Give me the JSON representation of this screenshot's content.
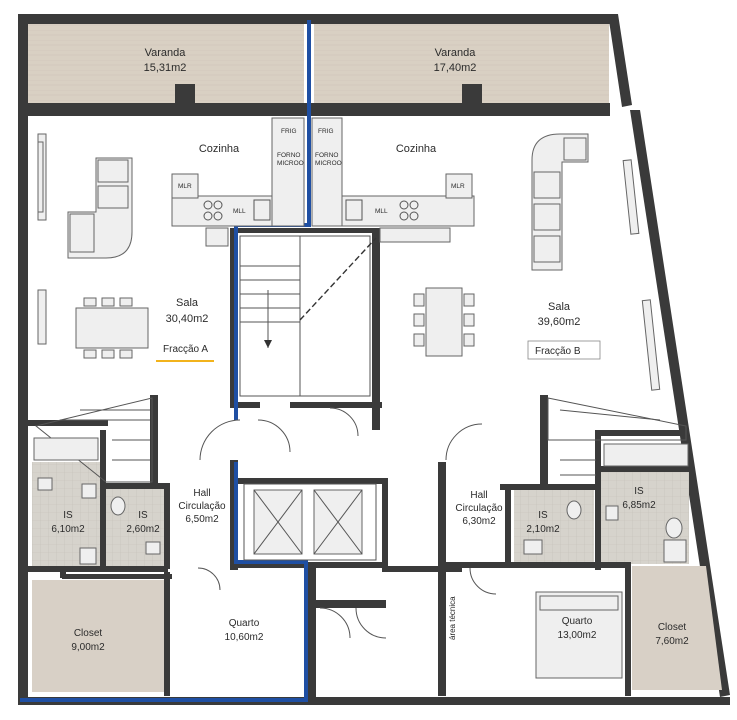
{
  "rooms": {
    "varanda_a": {
      "name": "Varanda",
      "area": "15,31m2"
    },
    "varanda_b": {
      "name": "Varanda",
      "area": "17,40m2"
    },
    "cozinha_a": {
      "name": "Cozinha"
    },
    "cozinha_b": {
      "name": "Cozinha"
    },
    "sala_a": {
      "name": "Sala",
      "area": "30,40m2"
    },
    "sala_b": {
      "name": "Sala",
      "area": "39,60m2"
    },
    "is_a1": {
      "name": "IS",
      "area": "6,10m2"
    },
    "is_a2": {
      "name": "IS",
      "area": "2,60m2"
    },
    "hall_a": {
      "name_line1": "Hall",
      "name_line2": "Circulação",
      "area": "6,50m2"
    },
    "hall_b": {
      "name_line1": "Hall",
      "name_line2": "Circulação",
      "area": "6,30m2"
    },
    "is_b1": {
      "name": "IS",
      "area": "2,10m2"
    },
    "is_b2": {
      "name": "IS",
      "area": "6,85m2"
    },
    "closet_a": {
      "name": "Closet",
      "area": "9,00m2"
    },
    "closet_b": {
      "name": "Closet",
      "area": "7,60m2"
    },
    "quarto_a": {
      "name": "Quarto",
      "area": "10,60m2"
    },
    "quarto_b": {
      "name": "Quarto",
      "area": "13,00m2"
    },
    "area_tecnica": {
      "name": "área técnica"
    }
  },
  "units": {
    "a": "Fracção A",
    "b": "Fracção B"
  },
  "appliances": {
    "frig": "FRIG",
    "forno_line1": "FORNO",
    "forno_line2": "MICROO",
    "mlr": "MLR",
    "mll": "MLL"
  },
  "colors": {
    "wall": "#3a3a3a",
    "tiled_floor": "#d6d3cc",
    "terrace_floor": "#d9d0c3",
    "partition_line": "#1f4fa3",
    "unit_a_underline": "#f2b31c"
  }
}
